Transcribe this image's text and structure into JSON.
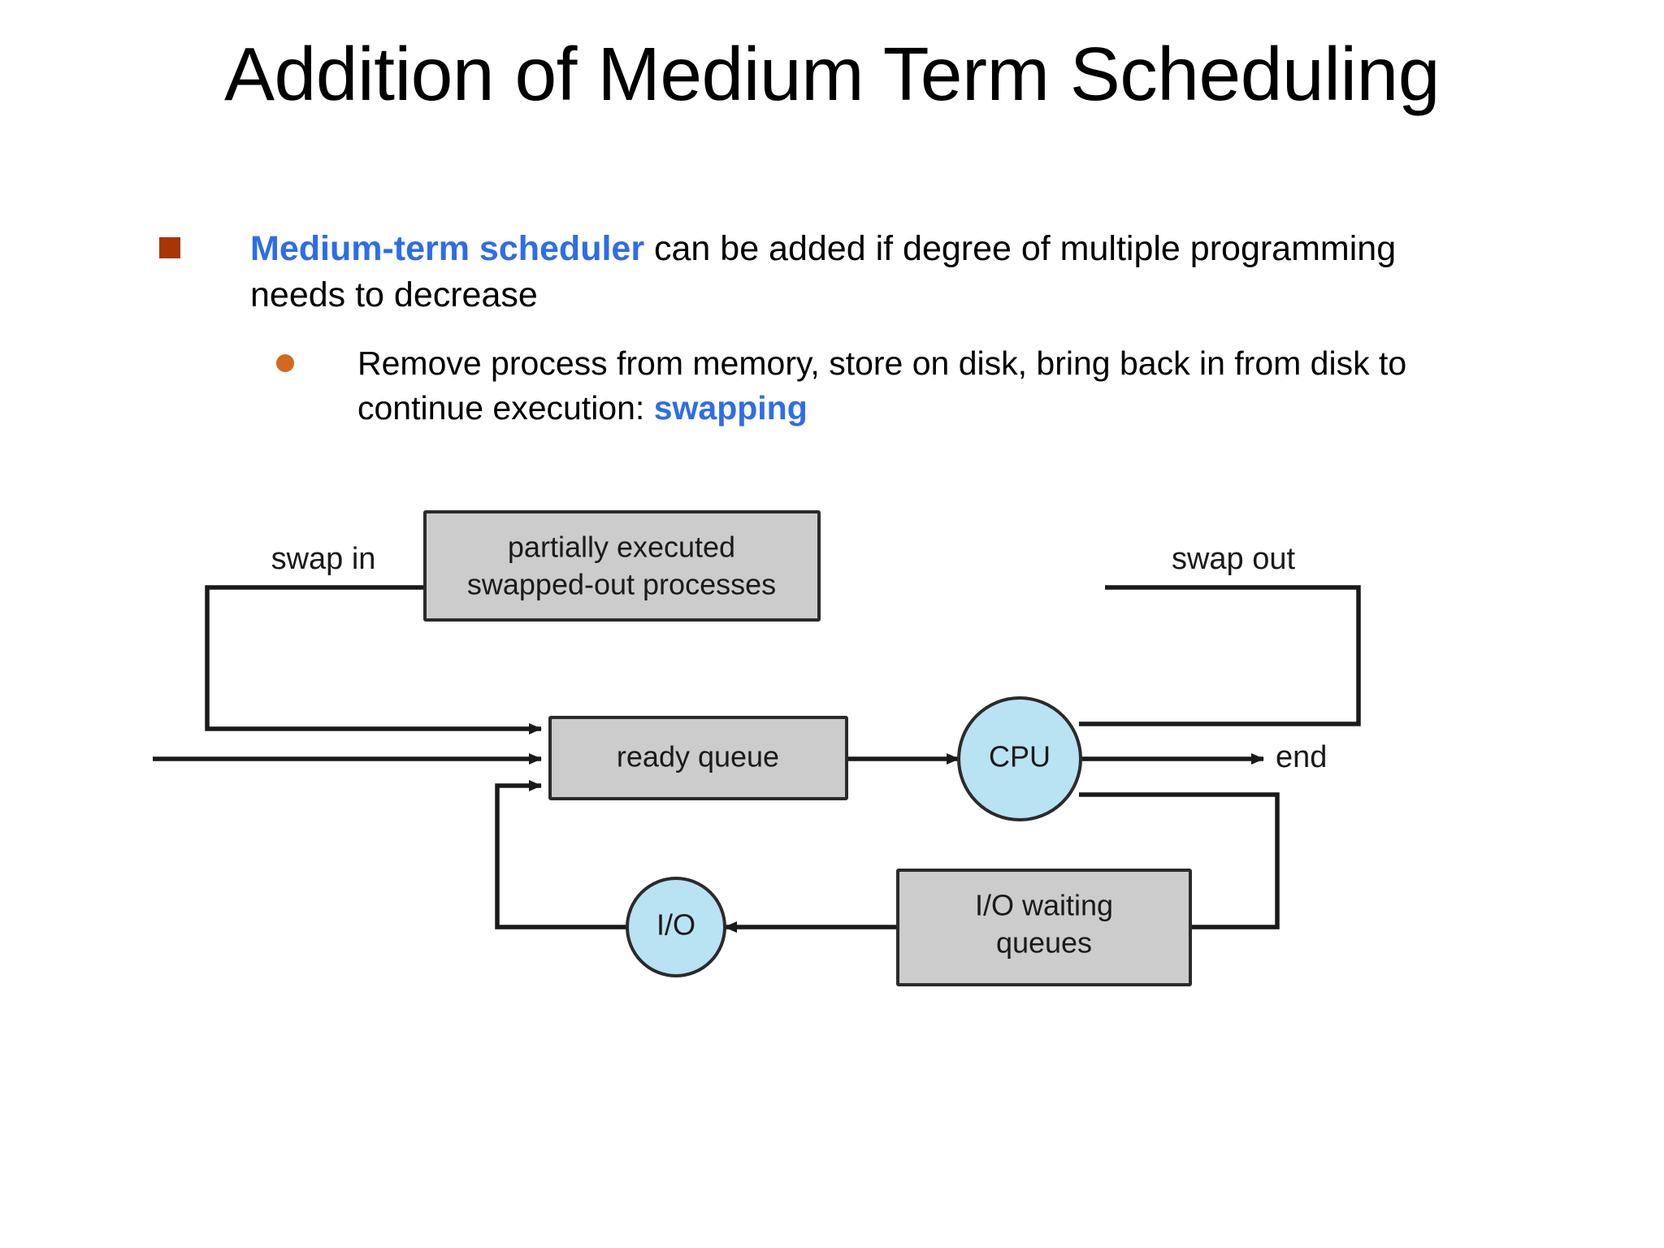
{
  "slide": {
    "title": "Addition of Medium Term Scheduling",
    "bullets": [
      {
        "level": 1,
        "marker": "square-bullet",
        "marker_color": "#a63603",
        "segments": [
          {
            "text": "Medium-term scheduler",
            "style": "highlight"
          },
          {
            "text": "  can be added if degree of multiple programming needs to decrease",
            "style": "plain"
          }
        ]
      },
      {
        "level": 2,
        "marker": "round-bullet",
        "marker_color": "#d2691e",
        "segments": [
          {
            "text": "Remove process from memory, store on disk, bring back in from disk to continue execution: ",
            "style": "plain"
          },
          {
            "text": "swapping",
            "style": "highlight"
          }
        ]
      }
    ],
    "accent_colors": {
      "highlight_blue": "#2e6de6",
      "square_bullet": "#a63603",
      "round_bullet": "#d2691e",
      "box_fill": "#cccccc",
      "circle_fill": "#b9e2f2",
      "line": "#1a1a1a"
    }
  },
  "diagram": {
    "name": "medium-term-scheduling-queueing-diagram",
    "nodes": {
      "swapped_box": {
        "label_line1": "partially executed",
        "label_line2": "swapped-out processes",
        "shape": "rect",
        "fill": "#cccccc"
      },
      "ready_queue": {
        "label": "ready queue",
        "shape": "rect",
        "fill": "#cccccc"
      },
      "cpu": {
        "label": "CPU",
        "shape": "ellipse",
        "fill": "#b9e2f2"
      },
      "io": {
        "label": "I/O",
        "shape": "ellipse",
        "fill": "#b9e2f2"
      },
      "io_waiting": {
        "label_line1": "I/O waiting",
        "label_line2": "queues",
        "shape": "rect",
        "fill": "#cccccc"
      }
    },
    "edge_labels": {
      "swap_in": "swap in",
      "swap_out": "swap out",
      "end": "end"
    }
  }
}
